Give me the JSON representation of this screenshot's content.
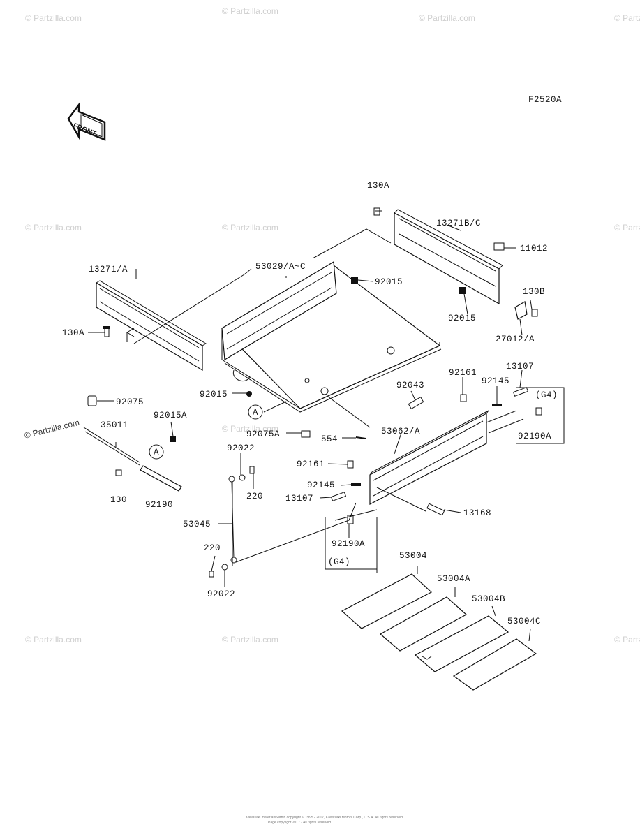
{
  "figure_code": "F2520A",
  "front_label": "FRONT",
  "watermark": "© Partzilla.com",
  "copyright_line1": "Kawasaki materials within copyright © 1995 - 2017, Kawasaki Motors Corp., U.S.A. All rights reserved.",
  "copyright_line2": "Page copyright 2017 - All rights reserved",
  "callouts": {
    "c130A_top": "130A",
    "c13271BC": "13271B/C",
    "c11012": "11012",
    "c53029": "53029/A~C",
    "c92015_mid": "92015",
    "c13271A": "13271/A",
    "c130B": "130B",
    "c92015_right": "92015",
    "c27012A": "27012/A",
    "c130A_left": "130A",
    "c13107_top": "13107",
    "c92161_top": "92161",
    "c92145_top": "92145",
    "c92043": "92043",
    "c92015_bottom": "92015",
    "c92075": "92075",
    "c35011": "35011",
    "c92015A": "92015A",
    "c92075A": "92075A",
    "c554": "554",
    "c53062A": "53062/A",
    "c92022_top": "92022",
    "c92161_mid": "92161",
    "c92145_mid": "92145",
    "c13107_mid": "13107",
    "c220_top": "220",
    "c130": "130",
    "c92190": "92190",
    "c53045": "53045",
    "c13168": "13168",
    "c92190A_bottom": "92190A",
    "c92190A_right": "92190A",
    "g4_right": "(G4)",
    "g4_bottom": "(G4)",
    "c220_bottom": "220",
    "c92022_bottom": "92022",
    "c53004": "53004",
    "c53004A": "53004A",
    "c53004B": "53004B",
    "c53004C": "53004C",
    "ref_A": "A"
  }
}
